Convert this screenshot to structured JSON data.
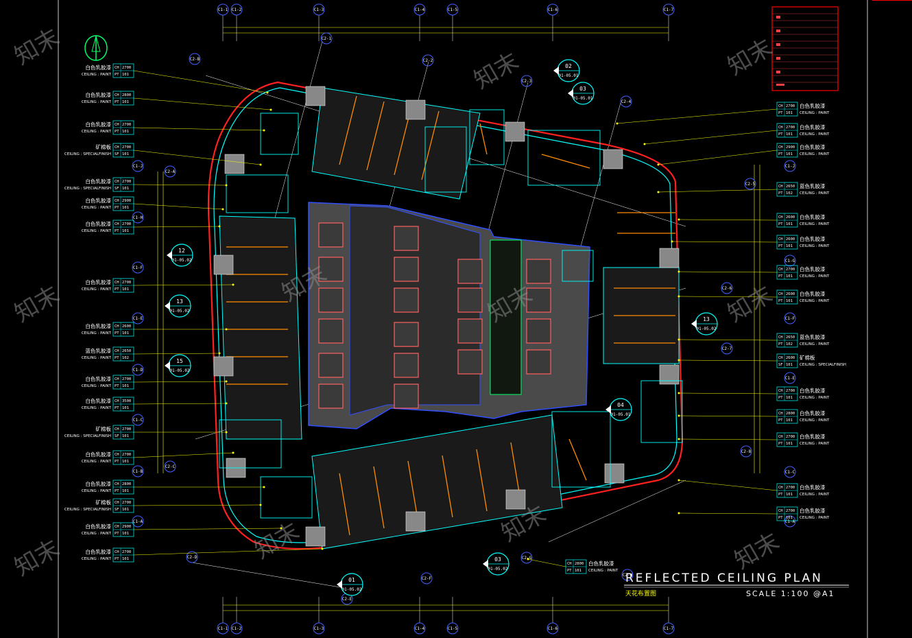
{
  "title": {
    "main": "REFLECTED   CEILING   PLAN",
    "chinese": "天花布置图",
    "scale": "SCALE 1:100 @A1"
  },
  "watermark": "知末",
  "grid_top": [
    "C1-1",
    "C1-2",
    "C1-3",
    "C1-4",
    "C1-5",
    "C1-6",
    "C1-7"
  ],
  "grid_bottom": [
    "C1-1",
    "C1-2",
    "C1-3",
    "C1-4",
    "C1-5",
    "C1-6",
    "C1-7"
  ],
  "grid_left": [
    "C1-J",
    "C1-H",
    "C1-F",
    "C1-E",
    "C1-D",
    "C1-C",
    "C1-B",
    "C1-A"
  ],
  "grid_right": [
    "C1-J",
    "C1-G",
    "C1-F",
    "C1-E",
    "C1-C",
    "C1-A"
  ],
  "grid_rotated": [
    "C2-1",
    "C2-2",
    "C2-3",
    "C2-4",
    "C2-5",
    "C2-6",
    "C2-7",
    "C2-8",
    "C2-A",
    "C2-B",
    "C2-C",
    "C2-D",
    "C2-E",
    "C2-F",
    "C2-G",
    "C2-H"
  ],
  "section_markers": [
    {
      "num": "02",
      "ref": "01-05.01"
    },
    {
      "num": "03",
      "ref": "01-05.01"
    },
    {
      "num": "12",
      "ref": "01-05.02"
    },
    {
      "num": "13",
      "ref": "01-05.02"
    },
    {
      "num": "15",
      "ref": "01-05.02"
    },
    {
      "num": "13",
      "ref": "01-05.02"
    },
    {
      "num": "04",
      "ref": "01-05.01"
    },
    {
      "num": "03",
      "ref": "01-05.02"
    },
    {
      "num": "01",
      "ref": "01-05.02"
    }
  ],
  "left_tags": [
    {
      "label": "白色乳胶漆",
      "sub": "CEILING : PAINT",
      "ch": "2700",
      "code": "PT",
      "mat": "101"
    },
    {
      "label": "白色乳胶漆",
      "sub": "CEILING : PAINT",
      "ch": "2800",
      "code": "PT",
      "mat": "101"
    },
    {
      "label": "白色乳胶漆",
      "sub": "CEILING : PAINT",
      "ch": "2700",
      "code": "PT",
      "mat": "101"
    },
    {
      "label": "矿棉板",
      "sub": "CEILING : SPECIALFINISH",
      "ch": "2700",
      "code": "SF",
      "mat": "101"
    },
    {
      "label": "白色乳胶漆",
      "sub": "CEILING : SPECIALFINISH",
      "ch": "2700",
      "code": "SF",
      "mat": "101"
    },
    {
      "label": "白色乳胶漆",
      "sub": "CEILING : PAINT",
      "ch": "2900",
      "code": "PT",
      "mat": "101"
    },
    {
      "label": "白色乳胶漆",
      "sub": "CEILING : PAINT",
      "ch": "2700",
      "code": "PT",
      "mat": "101"
    },
    {
      "label": "白色乳胶漆",
      "sub": "CEILING : PAINT",
      "ch": "2700",
      "code": "PT",
      "mat": "101"
    },
    {
      "label": "白色乳胶漆",
      "sub": "CEILING : PAINT",
      "ch": "2600",
      "code": "PT",
      "mat": "101"
    },
    {
      "label": "蓝色乳胶漆",
      "sub": "CEILING : PAINT",
      "ch": "2650",
      "code": "PT",
      "mat": "102"
    },
    {
      "label": "白色乳胶漆",
      "sub": "CEILING : PAINT",
      "ch": "2700",
      "code": "PT",
      "mat": "101"
    },
    {
      "label": "白色乳胶漆",
      "sub": "CEILING : PAINT",
      "ch": "3500",
      "code": "PT",
      "mat": "101"
    },
    {
      "label": "矿棉板",
      "sub": "CEILING : SPECIALFINISH",
      "ch": "2700",
      "code": "SF",
      "mat": "101"
    },
    {
      "label": "白色乳胶漆",
      "sub": "CEILING : PAINT",
      "ch": "2700",
      "code": "PT",
      "mat": "101"
    },
    {
      "label": "白色乳胶漆",
      "sub": "CEILING : PAINT",
      "ch": "2800",
      "code": "PT",
      "mat": "101"
    },
    {
      "label": "矿棉板",
      "sub": "CEILING : SPECIALFINISH",
      "ch": "2700",
      "code": "SF",
      "mat": "101"
    },
    {
      "label": "白色乳胶漆",
      "sub": "CEILING : PAINT",
      "ch": "2900",
      "code": "PT",
      "mat": "101"
    },
    {
      "label": "白色乳胶漆",
      "sub": "CEILING : PAINT",
      "ch": "2700",
      "code": "PT",
      "mat": "101"
    }
  ],
  "right_tags": [
    {
      "label": "白色乳胶漆",
      "sub": "CEILING : PAINT",
      "ch": "2700",
      "code": "PT",
      "mat": "101"
    },
    {
      "label": "白色乳胶漆",
      "sub": "CEILING : PAINT",
      "ch": "2700",
      "code": "PT",
      "mat": "101"
    },
    {
      "label": "白色乳胶漆",
      "sub": "CEILING : PAINT",
      "ch": "2900",
      "code": "PT",
      "mat": "101"
    },
    {
      "label": "蓝色乳胶漆",
      "sub": "CEILING : PAINT",
      "ch": "2650",
      "code": "PT",
      "mat": "102"
    },
    {
      "label": "白色乳胶漆",
      "sub": "CEILING : PAINT",
      "ch": "2600",
      "code": "PT",
      "mat": "101"
    },
    {
      "label": "白色乳胶漆",
      "sub": "CEILING : PAINT",
      "ch": "2600",
      "code": "PT",
      "mat": "101"
    },
    {
      "label": "白色乳胶漆",
      "sub": "CEILING : PAINT",
      "ch": "2700",
      "code": "PT",
      "mat": "101"
    },
    {
      "label": "白色乳胶漆",
      "sub": "CEILING : PAINT",
      "ch": "2600",
      "code": "PT",
      "mat": "101"
    },
    {
      "label": "蓝色乳胶漆",
      "sub": "CEILING : PAINT",
      "ch": "2650",
      "code": "PT",
      "mat": "102"
    },
    {
      "label": "矿棉板",
      "sub": "CEILING : SPECIALFINISH",
      "ch": "2600",
      "code": "SF",
      "mat": "101"
    },
    {
      "label": "白色乳胶漆",
      "sub": "CEILING : PAINT",
      "ch": "2700",
      "code": "PT",
      "mat": "101"
    },
    {
      "label": "白色乳胶漆",
      "sub": "CEILING : PAINT",
      "ch": "2800",
      "code": "PT",
      "mat": "101"
    },
    {
      "label": "白色乳胶漆",
      "sub": "CEILING : PAINT",
      "ch": "2700",
      "code": "PT",
      "mat": "101"
    },
    {
      "label": "白色乳胶漆",
      "sub": "CEILING : PAINT",
      "ch": "2700",
      "code": "PT",
      "mat": "101"
    },
    {
      "label": "白色乳胶漆",
      "sub": "CEILING : PAINT",
      "ch": "2700",
      "code": "PT",
      "mat": "101"
    }
  ],
  "bottom_tag": {
    "label": "白色乳胶漆",
    "sub": "CEILING : PAINT",
    "ch": "2800",
    "code": "PT",
    "mat": "101"
  },
  "colors": {
    "background": "#000000",
    "grid_line": "#ffffff",
    "dimension": "#ffff00",
    "envelope": "#ff2020",
    "wall": "#00ffff",
    "core": "#8a8a8a",
    "lighting": "#ff8c00",
    "leader": "#ffff00",
    "tag_border": "#00ffff",
    "grid_bubble": "#4060ff"
  }
}
